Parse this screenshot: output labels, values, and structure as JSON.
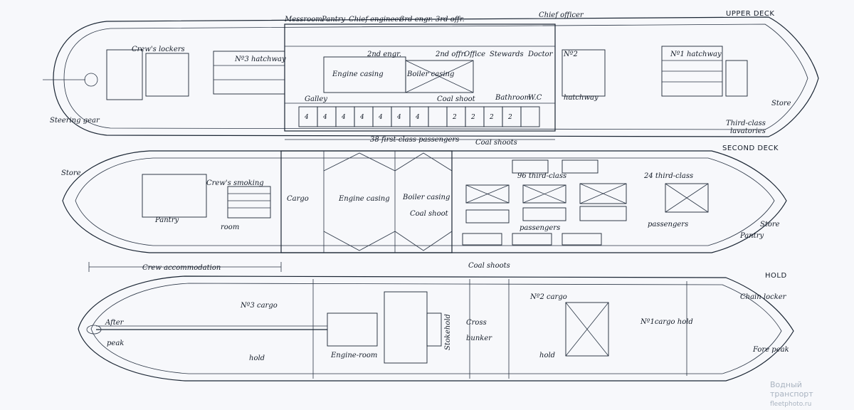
{
  "deck_titles": {
    "upper": "UPPER DECK",
    "second": "SECOND DECK",
    "hold": "HOLD"
  },
  "upper_deck": {
    "messroom": "Messroom",
    "pantry": "Pantry",
    "chief_engineer": "Chief engineer",
    "third_engr_1": "3rd engr.",
    "third_offr": "3rd offr.",
    "chief_officer": "Chief officer",
    "crews_lockers": "Crew's lockers",
    "no3_hatchway": "Nº3 hatchway",
    "second_engr": "2nd engr.",
    "second_offr": "2nd offr.",
    "office": "Office",
    "stewards": "Stewards",
    "doctor": "Doctor",
    "no2": "Nº2",
    "no1_hatchway": "Nº1 hatchway",
    "engine_casing": "Engine casing",
    "boiler_casing": "Boiler casing",
    "galley": "Galley",
    "coal_shoot": "Coal shoot",
    "bathroom": "Bathroom",
    "wc": "W.C",
    "hatchway": "hatchway",
    "steering_gear": "Steering gear",
    "store": "Store",
    "third_class_lavatories_1": "Third-class",
    "third_class_lavatories_2": "lavatories",
    "first_class_passengers": "38 first-class passengers"
  },
  "second_deck": {
    "store_aft": "Store",
    "crews_smoking": "Crew's smoking",
    "room": "room",
    "pantry": "Pantry",
    "cargo": "Cargo",
    "engine_casing": "Engine casing",
    "boiler_casing": "Boiler casing",
    "coal_shoot": "Coal shoot",
    "coal_shoots_top": "Coal shoots",
    "coal_shoots_bottom": "Coal shoots",
    "third_class_96": "96 third-class",
    "third_class_24": "24 third-class",
    "passengers_1": "passengers",
    "passengers_2": "passengers",
    "pantry_fwd": "Pantry",
    "store_fwd": "Store",
    "crew_accommodation": "Crew accommodation"
  },
  "hold": {
    "after": "After",
    "peak": "peak",
    "no3_cargo": "Nº3 cargo",
    "hold_aft": "hold",
    "engine_room": "Engine-room",
    "stokehold": "Stokehold",
    "cross": "Cross",
    "bunker": "bunker",
    "no2_cargo": "Nº2 cargo",
    "hold_mid": "hold",
    "no1_cargo_hold": "Nº1cargo hold",
    "chain_locker": "Chain locker",
    "fore_peak": "Fore peak"
  },
  "watermark": {
    "line1": "Водный",
    "line2": "транспорт",
    "line3": "fleetphoto.ru"
  },
  "colors": {
    "paper": "#f7f8fb",
    "ink": "#1a2533"
  }
}
